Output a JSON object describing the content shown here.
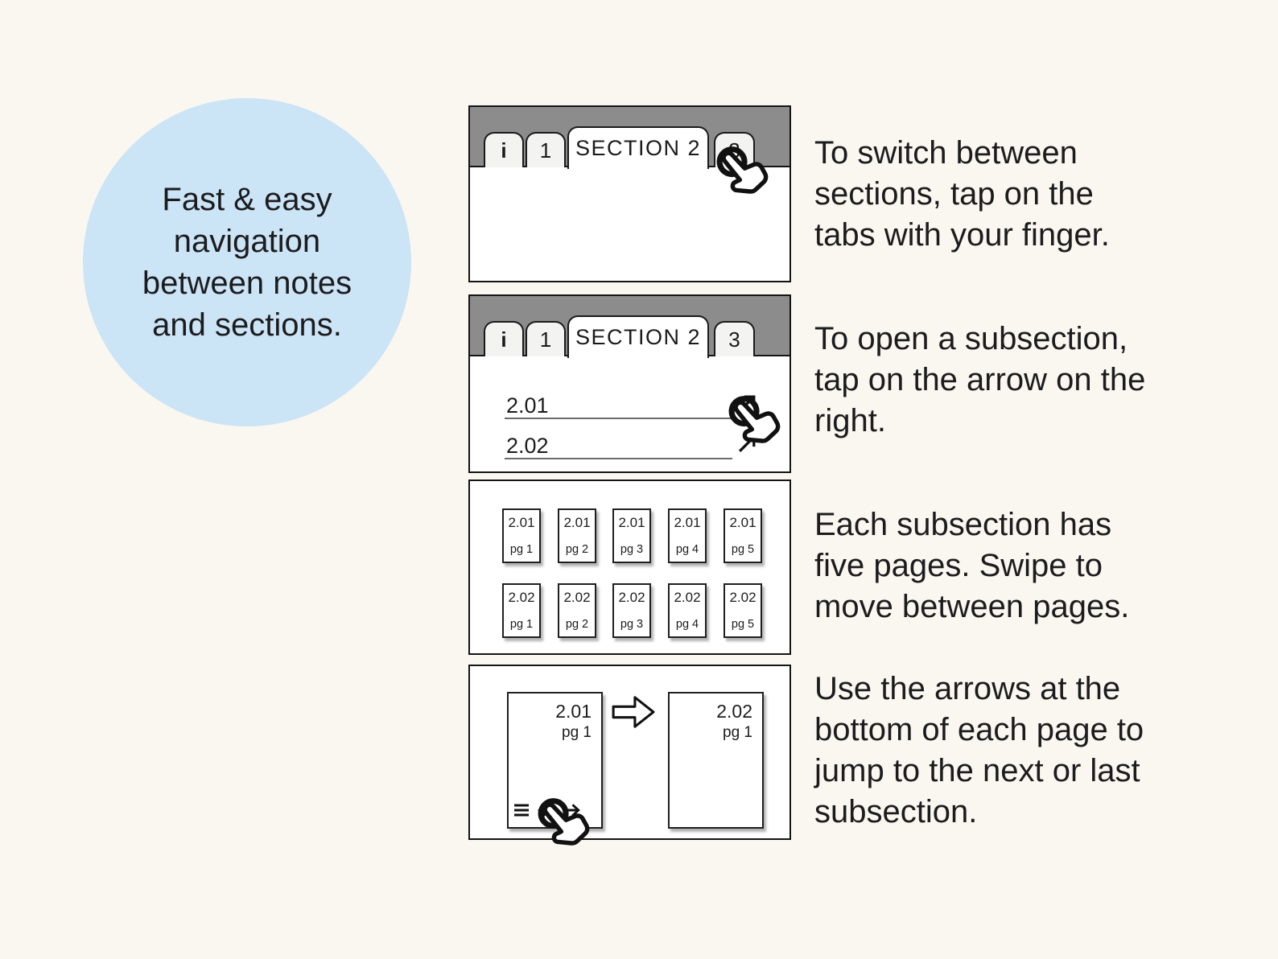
{
  "colors": {
    "background": "#faf7f0",
    "circle_bg": "#cbe4f6",
    "header_gray": "#8c8c8c",
    "tab_fill": "#f3f3f2",
    "ink": "#1c1c1e"
  },
  "intro_circle": {
    "text": "Fast & easy\nnavigation\nbetween notes\nand sections."
  },
  "tabs": [
    {
      "label": "i"
    },
    {
      "label": "1"
    },
    {
      "label": "SECTION 2"
    },
    {
      "label": "3"
    }
  ],
  "subsection_list": [
    {
      "label": "2.01"
    },
    {
      "label": "2.02"
    }
  ],
  "grid_cards": [
    {
      "sub": "2.01",
      "pg": "pg 1"
    },
    {
      "sub": "2.01",
      "pg": "pg 2"
    },
    {
      "sub": "2.01",
      "pg": "pg 3"
    },
    {
      "sub": "2.01",
      "pg": "pg 4"
    },
    {
      "sub": "2.01",
      "pg": "pg 5"
    },
    {
      "sub": "2.02",
      "pg": "pg 1"
    },
    {
      "sub": "2.02",
      "pg": "pg 2"
    },
    {
      "sub": "2.02",
      "pg": "pg 3"
    },
    {
      "sub": "2.02",
      "pg": "pg 4"
    },
    {
      "sub": "2.02",
      "pg": "pg 5"
    }
  ],
  "pages_demo": {
    "from": {
      "sub": "2.01",
      "pg": "pg 1"
    },
    "to": {
      "sub": "2.02",
      "pg": "pg 1"
    }
  },
  "icons": {
    "tap": "tap-gesture-icon",
    "open": "arrow-up-right-icon",
    "menu": "menu-icon",
    "prev": "arrow-left-icon",
    "next": "arrow-right-icon",
    "jump": "block-arrow-right-icon"
  },
  "instructions": [
    {
      "text": "To switch between\nsections, tap on the\ntabs with your finger."
    },
    {
      "text": "To open a subsection,\ntap on the arrow on the\nright."
    },
    {
      "text": "Each subsection has\nfive pages. Swipe to\nmove between pages."
    },
    {
      "text": "Use the arrows at the\nbottom of each page to\njump to the next or last\nsubsection."
    }
  ]
}
